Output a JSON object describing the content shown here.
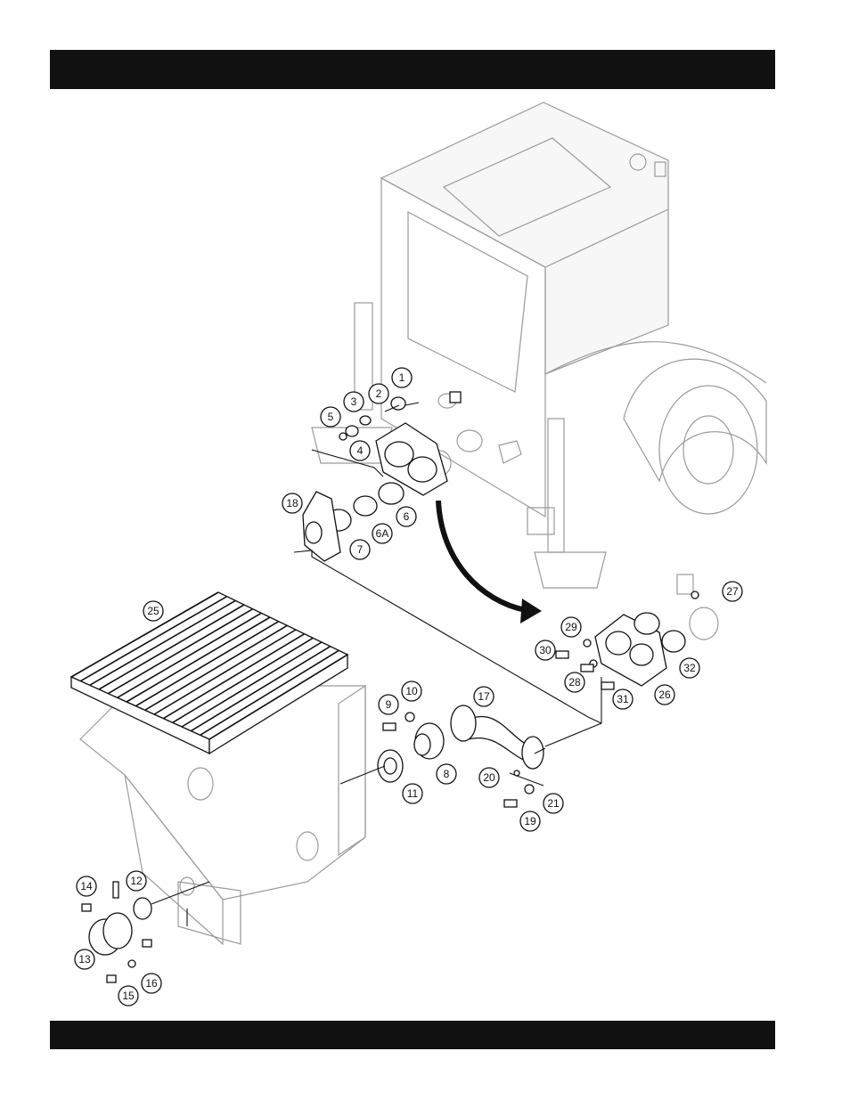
{
  "header_bar": {
    "text": ""
  },
  "footer_bar": {
    "text": ""
  },
  "callouts": [
    {
      "id": "c1",
      "label": "1"
    },
    {
      "id": "c2",
      "label": "2"
    },
    {
      "id": "c3",
      "label": "3"
    },
    {
      "id": "c4",
      "label": "4"
    },
    {
      "id": "c5",
      "label": "5"
    },
    {
      "id": "c6",
      "label": "6"
    },
    {
      "id": "c6a",
      "label": "6A"
    },
    {
      "id": "c7",
      "label": "7"
    },
    {
      "id": "c8",
      "label": "8"
    },
    {
      "id": "c9",
      "label": "9"
    },
    {
      "id": "c10",
      "label": "10"
    },
    {
      "id": "c11",
      "label": "11"
    },
    {
      "id": "c12",
      "label": "12"
    },
    {
      "id": "c13",
      "label": "13"
    },
    {
      "id": "c14",
      "label": "14"
    },
    {
      "id": "c15",
      "label": "15"
    },
    {
      "id": "c16",
      "label": "16"
    },
    {
      "id": "c17",
      "label": "17"
    },
    {
      "id": "c18",
      "label": "18"
    },
    {
      "id": "c19",
      "label": "19"
    },
    {
      "id": "c20",
      "label": "20"
    },
    {
      "id": "c21",
      "label": "21"
    },
    {
      "id": "c25",
      "label": "25"
    },
    {
      "id": "c26",
      "label": "26"
    },
    {
      "id": "c27",
      "label": "27"
    },
    {
      "id": "c28",
      "label": "28"
    },
    {
      "id": "c29",
      "label": "29"
    },
    {
      "id": "c30",
      "label": "30"
    },
    {
      "id": "c31",
      "label": "31"
    },
    {
      "id": "c32",
      "label": "32"
    }
  ]
}
